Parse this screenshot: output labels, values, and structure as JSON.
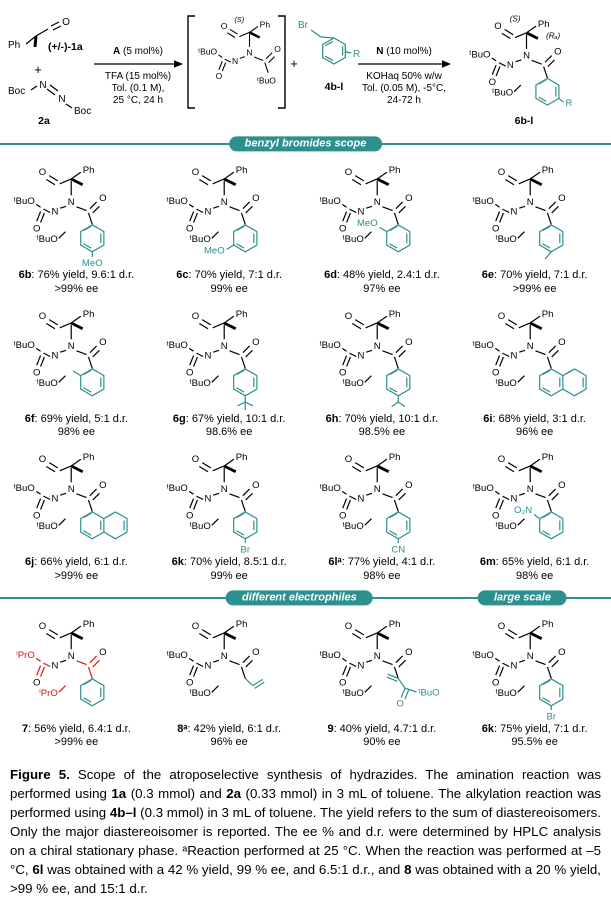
{
  "colors": {
    "teal": "#2e8f8f",
    "red": "#e01212"
  },
  "atoms": {
    "o": "O",
    "n": "N",
    "ph": "Ph"
  },
  "scheme": {
    "reactant1": {
      "label": "(+/-)-1a"
    },
    "plus1": "+",
    "reactant2": {
      "boc1": "Boc",
      "boc2": "Boc",
      "label": "2a"
    },
    "arrow1": {
      "catalyst_bold": "A",
      "catalyst_rest": " (5 mol%)",
      "cond1": "TFA (15 mol%)",
      "cond2": "Tol. (0.1 M),",
      "cond3": "25 °C, 24 h"
    },
    "intermediate": {
      "stereo": "(S)",
      "or1": "ᵗBuO",
      "or2": "ᵗBuO"
    },
    "plus2": "+",
    "reagent": {
      "br": "Br",
      "r": "R",
      "label": "4b-l"
    },
    "arrow2": {
      "catalyst_bold": "N",
      "catalyst_rest": " (10 mol%)",
      "cond1": "KOHaq 50% w/w",
      "cond2": "Tol. (0.05 M), -5°C,",
      "cond3": "24-72 h"
    },
    "product": {
      "stereo1": "(S)",
      "stereo2": "(Rₐ)",
      "or1": "ᵗBuO",
      "or2": "ᵗBuO",
      "r": "R",
      "label": "6b-l"
    }
  },
  "banners": {
    "benzyl": "benzyl bromides scope",
    "electrophiles": "different electrophiles",
    "large_scale": "large scale"
  },
  "compounds": [
    {
      "id": "6b",
      "label": "6b",
      "stats": ": 76% yield, 9.6:1 d.r.",
      "ee": ">99% ee",
      "or1": "ᵗBuO",
      "or2": "ᵗBuO",
      "substituent_label": "MeO"
    },
    {
      "id": "6c",
      "label": "6c",
      "stats": ": 70% yield, 7:1 d.r.",
      "ee": "99% ee",
      "or1": "ᵗBuO",
      "or2": "ᵗBuO",
      "substituent_label": "MeO"
    },
    {
      "id": "6d",
      "label": "6d",
      "stats": ": 48% yield, 2.4:1 d.r.",
      "ee": "97% ee",
      "or1": "ᵗBuO",
      "or2": "ᵗBuO",
      "substituent_label": "MeO"
    },
    {
      "id": "6e",
      "label": "6e",
      "stats": ": 70% yield, 7:1 d.r.",
      "ee": ">99% ee",
      "or1": "ᵗBuO",
      "or2": "ᵗBuO"
    },
    {
      "id": "6f",
      "label": "6f",
      "stats": ": 69% yield, 5:1 d.r.",
      "ee": "98% ee",
      "or1": "ᵗBuO",
      "or2": "ᵗBuO"
    },
    {
      "id": "6g",
      "label": "6g",
      "stats": ": 67% yield, 10:1 d.r.",
      "ee": "98.6% ee",
      "or1": "ᵗBuO",
      "or2": "ᵗBuO"
    },
    {
      "id": "6h",
      "label": "6h",
      "stats": ": 70% yield, 10:1 d.r.",
      "ee": "98.5% ee",
      "or1": "ᵗBuO",
      "or2": "ᵗBuO"
    },
    {
      "id": "6i",
      "label": "6i",
      "stats": ": 68% yield, 3:1 d.r.",
      "ee": "96% ee",
      "or1": "ᵗBuO",
      "or2": "ᵗBuO"
    },
    {
      "id": "6j",
      "label": "6j",
      "stats": ": 66% yield, 6:1 d.r.",
      "ee": ">99% ee",
      "or1": "ᵗBuO",
      "or2": "ᵗBuO"
    },
    {
      "id": "6k",
      "label": "6k",
      "stats": ": 70% yield, 8.5:1 d.r.",
      "ee": "99% ee",
      "or1": "ᵗBuO",
      "or2": "ᵗBuO",
      "substituent_label": "Br"
    },
    {
      "id": "6l",
      "label": "6lᵃ",
      "stats": ": 77% yield, 4:1 d.r.",
      "ee": "98% ee",
      "or1": "ᵗBuO",
      "or2": "ᵗBuO",
      "substituent_label": "CN"
    },
    {
      "id": "6m",
      "label": "6m",
      "stats": ": 65% yield, 6:1 d.r.",
      "ee": "98% ee",
      "or1": "ᵗBuO",
      "or2": "ᵗBuO",
      "substituent_label": "O₂N"
    },
    {
      "id": "7",
      "label": "7",
      "stats": ": 56% yield, 6.4:1 d.r.",
      "ee": ">99% ee",
      "or1": "ⁱPrO",
      "or2": "ⁱPrO"
    },
    {
      "id": "8",
      "label": "8ᵃ",
      "stats": ": 42% yield, 6:1 d.r.",
      "ee": "96% ee",
      "or1": "ᵗBuO",
      "or2": "ᵗBuO"
    },
    {
      "id": "9",
      "label": "9",
      "stats": ": 40% yield, 4.7:1 d.r.",
      "ee": "90% ee",
      "or1": "ᵗBuO",
      "or2": "ᵗBuO",
      "ester_or": "ᵗBuO"
    },
    {
      "id": "6k2",
      "label": "6k",
      "stats": ": 75% yield, 7:1 d.r.",
      "ee": "95.5% ee",
      "or1": "ᵗBuO",
      "or2": "ᵗBuO",
      "substituent_label": "Br"
    }
  ],
  "caption": {
    "s1": "Figure 5.",
    "s2": " Scope of the atroposelective synthesis of hydrazides. The amination reaction was performed using ",
    "s3": "1a",
    "s4": " (0.3 mmol) and ",
    "s5": "2a",
    "s6": " (0.33 mmol) in 3 mL of toluene. The alkylation reaction was performed using ",
    "s7": "4b–l",
    "s8": " (0.3 mmol) in 3 mL of toluene. The yield refers to the sum of diastereoisomers. Only the major diastereoisomer is reported. The ee % and d.r. were determined by HPLC analysis on a chiral stationary phase. ",
    "s9": "ᵃReaction performed at 25 °C. When the reaction was performed at –5 °C, ",
    "s10": "6l",
    "s11": " was obtained with a 42 % yield, 99 % ee, and 6.5:1 d.r., and ",
    "s12": "8",
    "s13": " was obtained with a 20 % yield, >99 % ee, and 15:1 d.r."
  }
}
